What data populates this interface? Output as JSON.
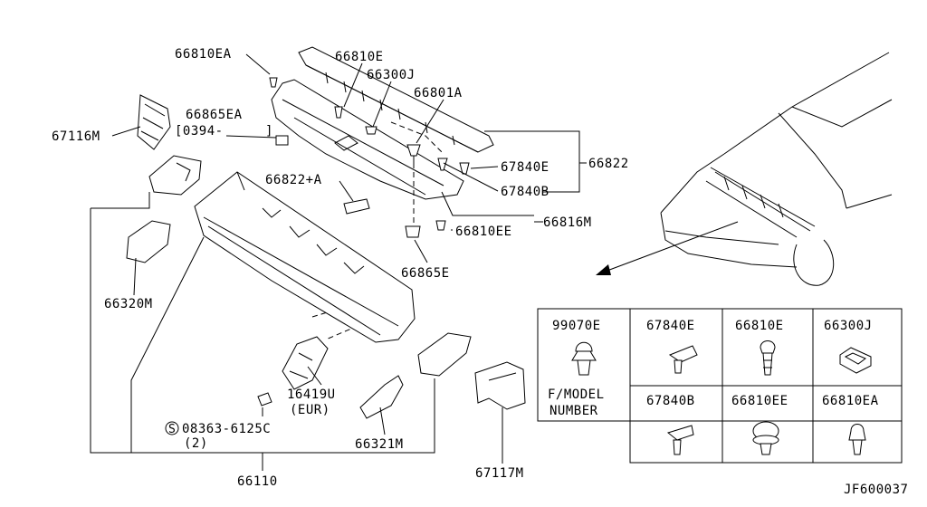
{
  "labels": {
    "p66810EA": "66810EA",
    "p66810E": "66810E",
    "p66300J": "66300J",
    "p66801A": "66801A",
    "p67116M": "67116M",
    "p66865EA": "66865EA",
    "p0394": "[0394-",
    "p0394_end": "]",
    "p66822A": "66822+A",
    "p67840E": "67840E",
    "p67840B": "67840B",
    "p66822": "66822",
    "p66816M": "66816M",
    "p66810EE": "66810EE",
    "p66865E": "66865E",
    "p66320M": "66320M",
    "p16419U": "16419U",
    "pEUR": "(EUR)",
    "p08363": "08363-6125C",
    "p08363_s": "S",
    "p08363_q": "(2)",
    "p66321M": "66321M",
    "p66110": "66110",
    "p67117M": "67117M",
    "ref": "JF600037"
  },
  "table": {
    "cells": [
      {
        "code": "99070E",
        "sub": [
          "F/MODEL",
          "NUMBER"
        ]
      },
      {
        "code": "67840E"
      },
      {
        "code": "66810E"
      },
      {
        "code": "66300J"
      },
      {
        "code": "67840B"
      },
      {
        "code": "66810EE"
      },
      {
        "code": "66810EA"
      }
    ]
  }
}
